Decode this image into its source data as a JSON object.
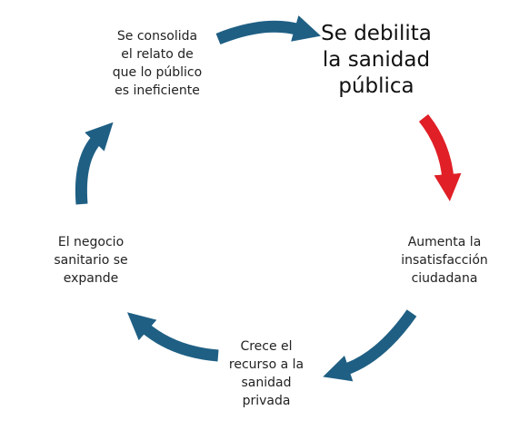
{
  "colors": {
    "arrow": "#1f5f84",
    "highlight_arrow": "#e01f26",
    "text": "#222222"
  },
  "cycle": {
    "consolida": "Se consolida\nel relato de\nque lo público\nes ineficiente",
    "debilita": "Se debilita\nla sanidad\npública",
    "insatisfaccion": "Aumenta la\ninsatisfacción\nciudadana",
    "recurso": "Crece el\nrecurso a la\nsanidad\nprivada",
    "negocio": "El negocio\nsanitario se\nexpande"
  }
}
